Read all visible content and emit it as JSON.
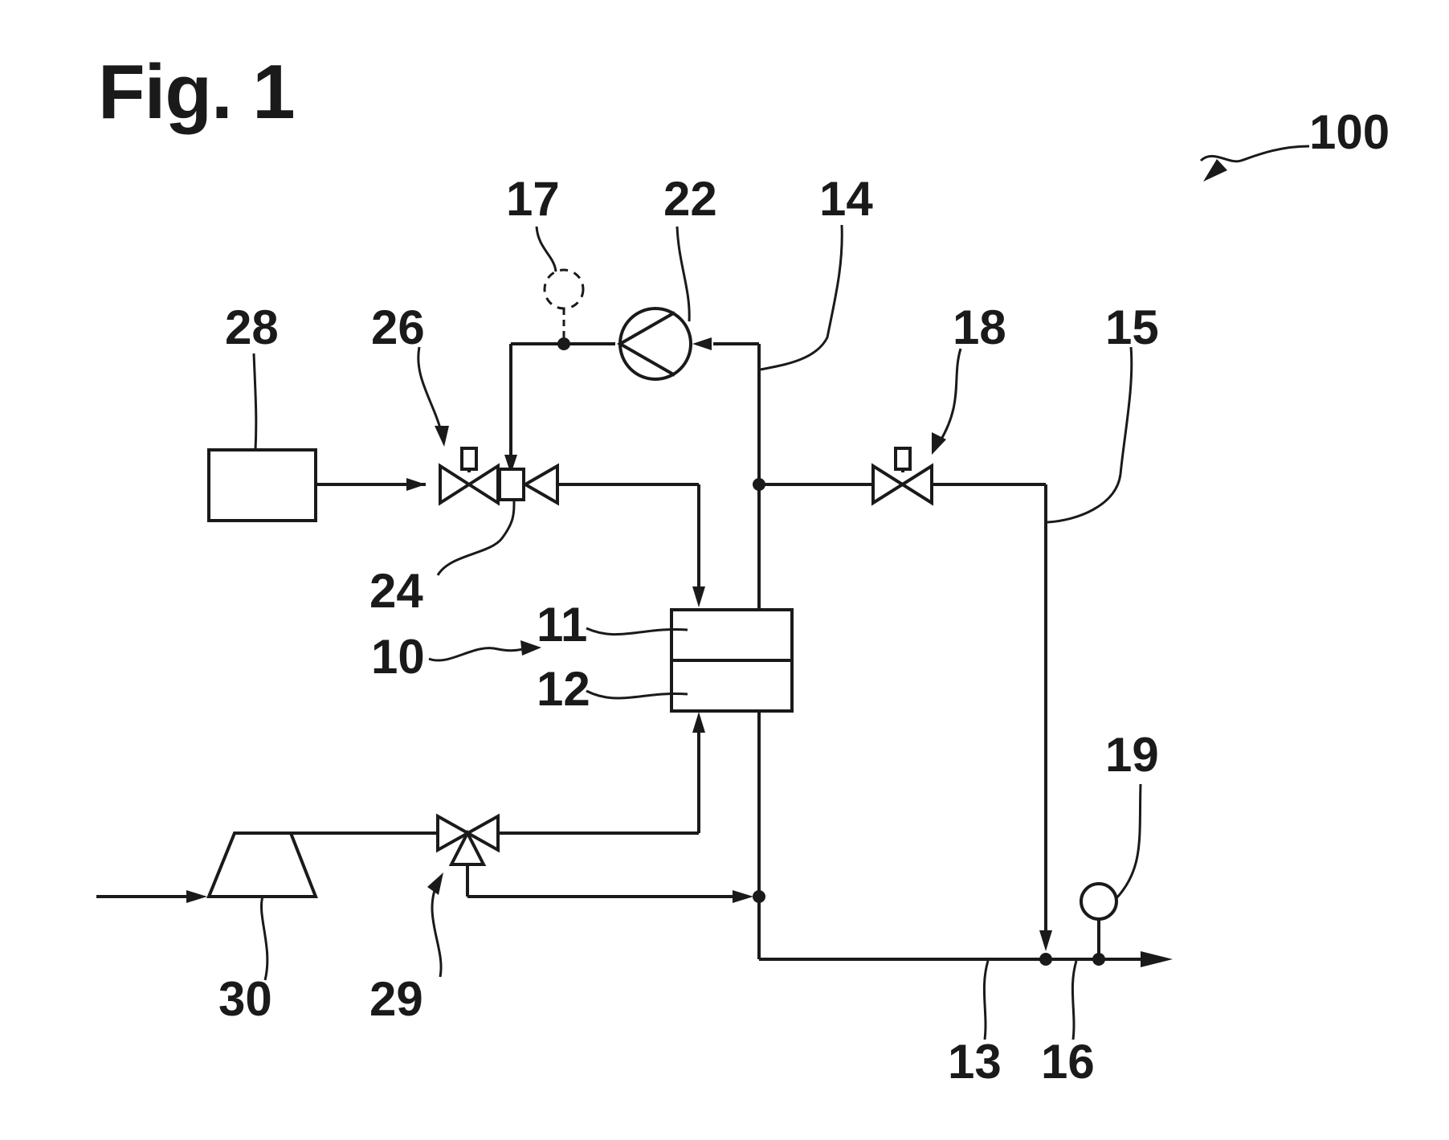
{
  "figure": {
    "title": "Fig. 1"
  },
  "labels": {
    "l100": "100",
    "l10": "10",
    "l11": "11",
    "l12": "12",
    "l13": "13",
    "l14": "14",
    "l15": "15",
    "l16": "16",
    "l17": "17",
    "l18": "18",
    "l19": "19",
    "l22": "22",
    "l24": "24",
    "l26": "26",
    "l28": "28",
    "l29": "29",
    "l30": "30"
  }
}
